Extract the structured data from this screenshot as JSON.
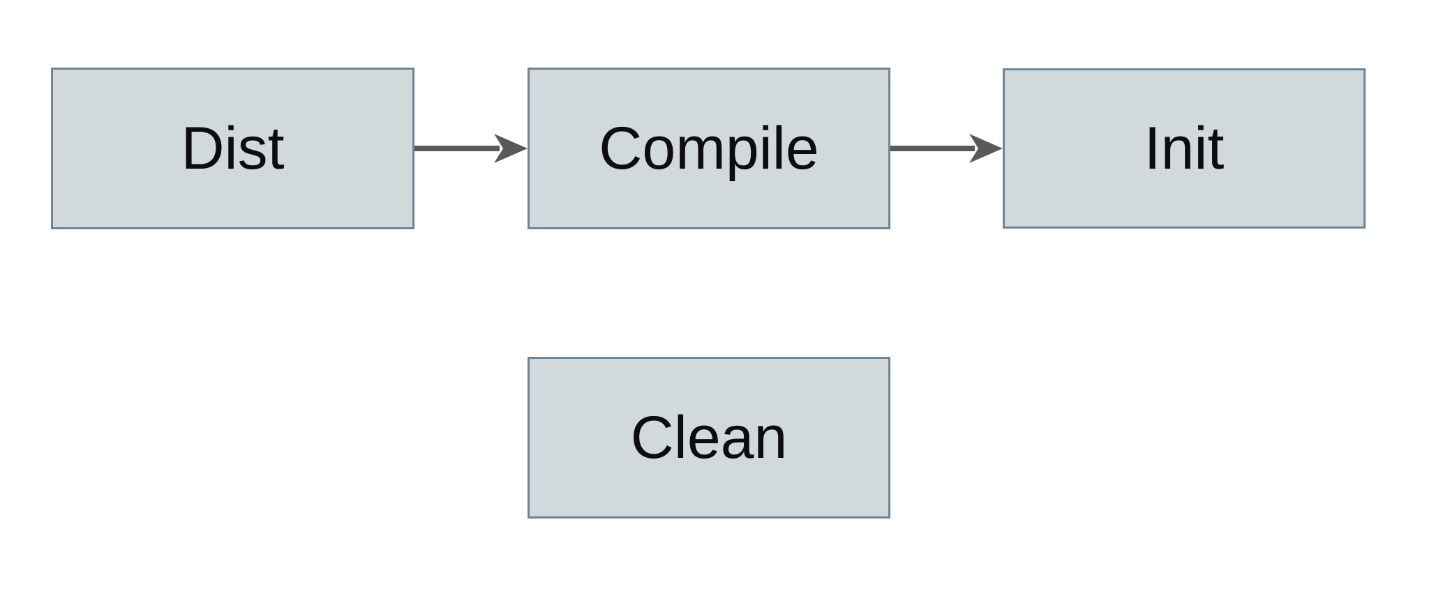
{
  "diagram": {
    "nodes": [
      {
        "id": "dist",
        "label": "Dist"
      },
      {
        "id": "compile",
        "label": "Compile"
      },
      {
        "id": "init",
        "label": "Init"
      },
      {
        "id": "clean",
        "label": "Clean"
      }
    ],
    "edges": [
      {
        "from": "dist",
        "to": "compile",
        "direction": "right"
      },
      {
        "from": "compile",
        "to": "init",
        "direction": "right"
      }
    ]
  },
  "colors": {
    "background": "#ffffff",
    "node_fill": "#d2d9db",
    "node_border": "#6d8594",
    "arrow": "#595959",
    "label_text": "#0d0d0d"
  }
}
